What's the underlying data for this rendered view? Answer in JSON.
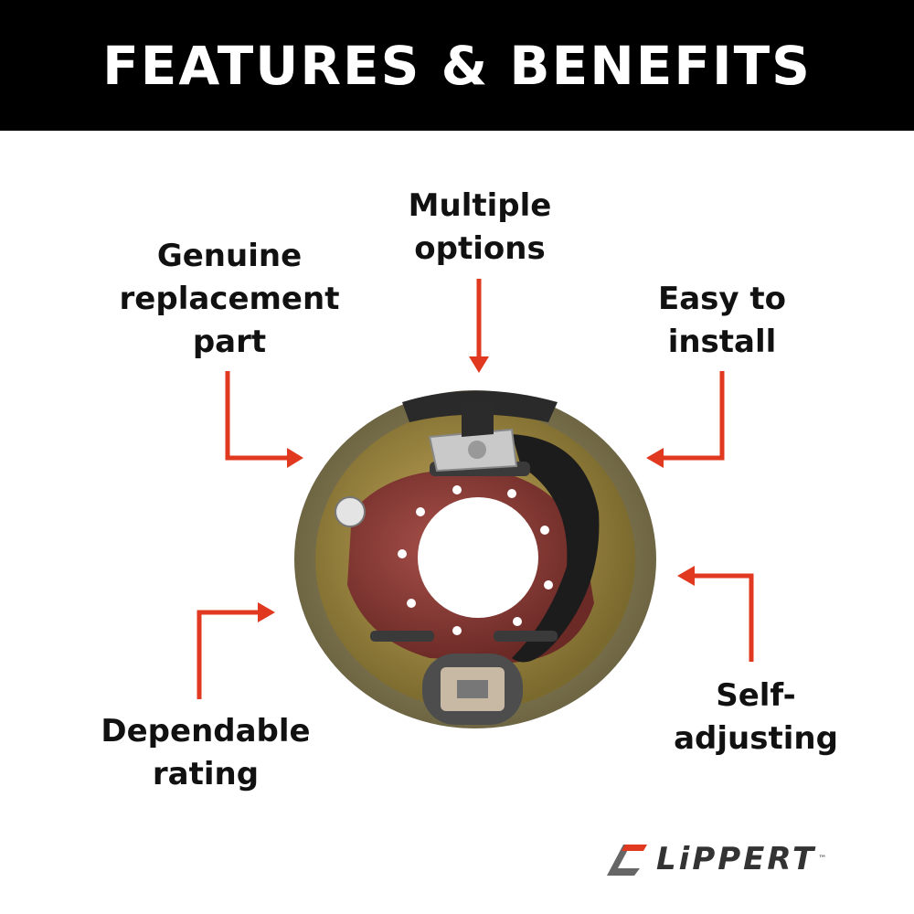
{
  "header": {
    "title": "FEATURES & BENEFITS"
  },
  "features": {
    "genuine": [
      "Genuine",
      "replacement",
      "part"
    ],
    "multiple": [
      "Multiple",
      "options"
    ],
    "easy": [
      "Easy to",
      "install"
    ],
    "dependable": [
      "Dependable",
      "rating"
    ],
    "self_adjusting": [
      "Self-",
      "adjusting"
    ]
  },
  "logo": {
    "text": "LiPPERT",
    "tm": "™"
  },
  "colors": {
    "banner": "#000000",
    "arrow": "#e0391f",
    "text": "#111111"
  },
  "icons": {
    "product": "electric-brake-assembly-image",
    "logo_mark": "lippert-logo-mark-icon"
  }
}
